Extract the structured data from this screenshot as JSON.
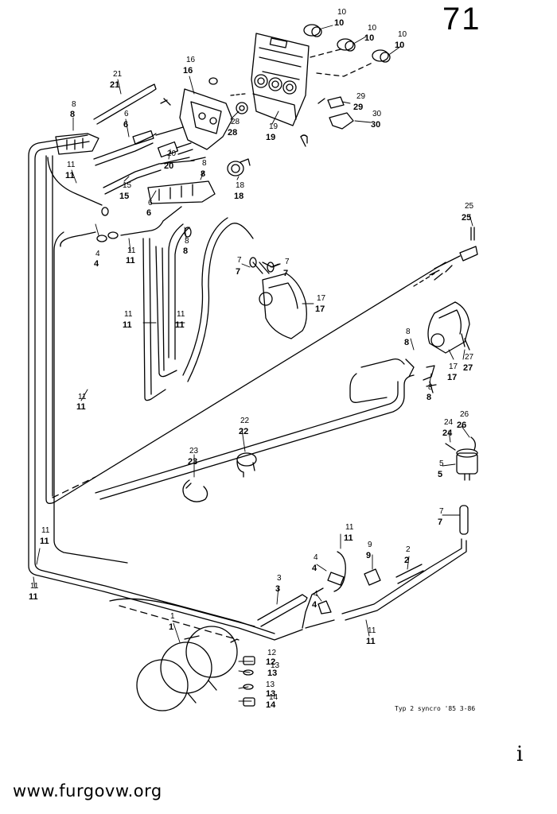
{
  "page": {
    "page_number": "71",
    "caption": "Typ 2  syncro '85  3-86",
    "website": "www.furgovw.org",
    "page_marker": "i"
  },
  "callouts": [
    {
      "id": "c10a",
      "top": "10",
      "bottom": "10"
    },
    {
      "id": "c10b",
      "top": "10",
      "bottom": "10"
    },
    {
      "id": "c10c",
      "top": "10",
      "bottom": "10"
    },
    {
      "id": "c16",
      "top": "16",
      "bottom": "16"
    },
    {
      "id": "c21",
      "top": "21",
      "bottom": "21"
    },
    {
      "id": "c29",
      "top": "29",
      "bottom": "29"
    },
    {
      "id": "c30",
      "top": "30",
      "bottom": "30"
    },
    {
      "id": "c8a",
      "top": "8",
      "bottom": "8"
    },
    {
      "id": "c6a",
      "top": "6",
      "bottom": "6"
    },
    {
      "id": "c28",
      "top": "28",
      "bottom": "28"
    },
    {
      "id": "c19",
      "top": "19",
      "bottom": "19"
    },
    {
      "id": "c11a",
      "top": "11",
      "bottom": "11"
    },
    {
      "id": "c20",
      "top": "20",
      "bottom": "20"
    },
    {
      "id": "c15",
      "top": "15",
      "bottom": "15"
    },
    {
      "id": "c8b",
      "top": "8",
      "bottom": "8"
    },
    {
      "id": "c6b",
      "top": "6",
      "bottom": "6"
    },
    {
      "id": "c18",
      "top": "18",
      "bottom": "18"
    },
    {
      "id": "c4a",
      "top": "4",
      "bottom": "4"
    },
    {
      "id": "c11b",
      "top": "11",
      "bottom": "11"
    },
    {
      "id": "c8c",
      "top": "8",
      "bottom": "8"
    },
    {
      "id": "c25",
      "top": "25",
      "bottom": "25"
    },
    {
      "id": "c7a",
      "top": "7",
      "bottom": "7"
    },
    {
      "id": "c7b",
      "top": "7",
      "bottom": "7"
    },
    {
      "id": "c17a",
      "top": "17",
      "bottom": "17"
    },
    {
      "id": "c11c",
      "top": "11",
      "bottom": "11"
    },
    {
      "id": "c11d",
      "top": "11",
      "bottom": "11"
    },
    {
      "id": "c8d",
      "top": "8",
      "bottom": "8"
    },
    {
      "id": "c17b",
      "top": "17",
      "bottom": "17"
    },
    {
      "id": "c27",
      "top": "27",
      "bottom": "27"
    },
    {
      "id": "c8e",
      "top": "8",
      "bottom": "8"
    },
    {
      "id": "c11e",
      "top": "11",
      "bottom": "11"
    },
    {
      "id": "c22",
      "top": "22",
      "bottom": "22"
    },
    {
      "id": "c23",
      "top": "23",
      "bottom": "23"
    },
    {
      "id": "c24",
      "top": "24",
      "bottom": "24"
    },
    {
      "id": "c26",
      "top": "26",
      "bottom": "26"
    },
    {
      "id": "c5",
      "top": "5",
      "bottom": "5"
    },
    {
      "id": "c7c",
      "top": "7",
      "bottom": "7"
    },
    {
      "id": "c11f",
      "top": "11",
      "bottom": "11"
    },
    {
      "id": "c11g",
      "top": "11",
      "bottom": "11"
    },
    {
      "id": "c11h",
      "top": "11",
      "bottom": "11"
    },
    {
      "id": "c4b",
      "top": "4",
      "bottom": "4"
    },
    {
      "id": "c9",
      "top": "9",
      "bottom": "9"
    },
    {
      "id": "c2",
      "top": "2",
      "bottom": "2"
    },
    {
      "id": "c3",
      "top": "3",
      "bottom": "3"
    },
    {
      "id": "c4c",
      "top": "4",
      "bottom": "4"
    },
    {
      "id": "c11i",
      "top": "11",
      "bottom": "11"
    },
    {
      "id": "c1",
      "top": "1",
      "bottom": "1"
    },
    {
      "id": "c12",
      "top": "12",
      "bottom": "12"
    },
    {
      "id": "c13a",
      "top": "13",
      "bottom": "13"
    },
    {
      "id": "c13b",
      "top": "13",
      "bottom": "13"
    },
    {
      "id": "c14",
      "top": "14",
      "bottom": "14"
    }
  ]
}
